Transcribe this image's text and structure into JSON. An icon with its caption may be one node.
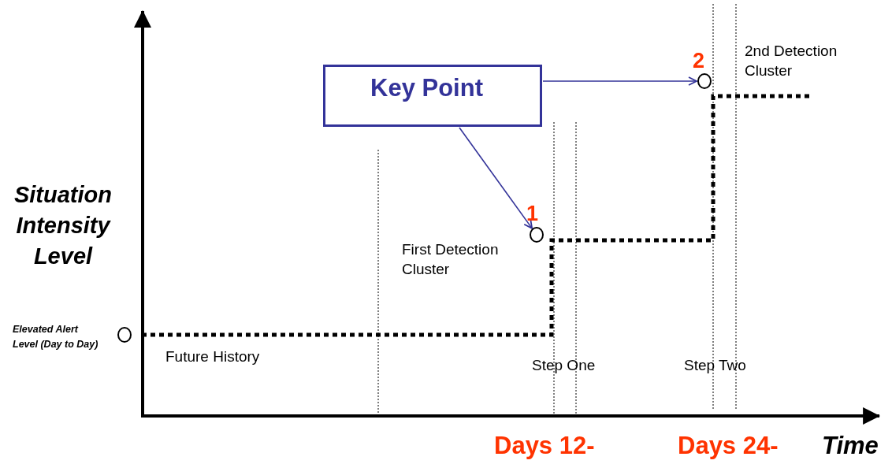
{
  "diagram": {
    "nodes": [
      {
        "text": [
          "Key Point"
        ]
      },
      {
        "text": [],
        "shape": "circle",
        "beside": [
          "2",
          "2nd Detection Cluster"
        ]
      },
      {
        "text": [],
        "shape": "circle",
        "beside": [
          "1",
          "First Detection Cluster"
        ]
      },
      {
        "text": [],
        "shape": "circle",
        "beside": [
          "Elevated Alert Level (Day to Day)"
        ]
      }
    ],
    "edges": [
      {
        "from": 0,
        "to": 2,
        "arrow": "to"
      },
      {
        "from": 0,
        "to": 1,
        "arrow": "to"
      }
    ],
    "labels": [
      "Situation Intensity Level",
      "Future History",
      "Step One",
      "Step Two",
      "Days 12-",
      "Days 24-",
      "Time"
    ]
  }
}
